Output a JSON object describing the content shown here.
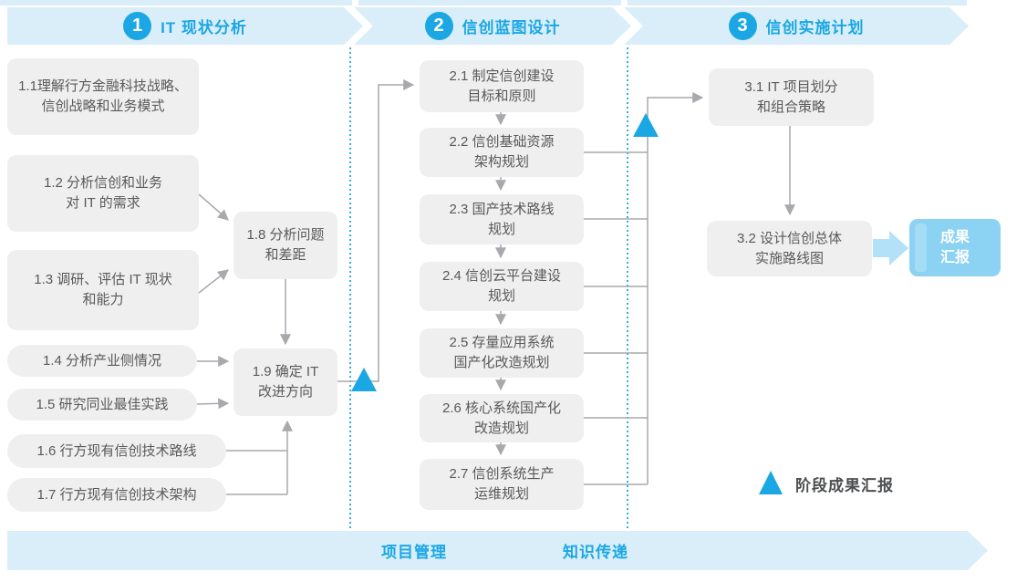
{
  "header": {
    "phases": [
      {
        "number": "1",
        "title": "IT 现状分析"
      },
      {
        "number": "2",
        "title": "信创蓝图设计"
      },
      {
        "number": "3",
        "title": "信创实施计划"
      }
    ]
  },
  "steps": {
    "s11": "1.1理解行方金融科技战略、\n信创战略和业务模式",
    "s12": "1.2 分析信创和业务\n对 IT 的需求",
    "s13": "1.3 调研、评估 IT 现状\n和能力",
    "s14": "1.4 分析产业侧情况",
    "s15": "1.5 研究同业最佳实践",
    "s16": "1.6 行方现有信创技术路线",
    "s17": "1.7 行方现有信创技术架构",
    "s18": "1.8 分析问题\n和差距",
    "s19": "1.9 确定 IT\n改进方向",
    "s21": "2.1 制定信创建设\n目标和原则",
    "s22": "2.2 信创基础资源\n架构规划",
    "s23": "2.3 国产技术路线\n规划",
    "s24": "2.4 信创云平台建设\n规划",
    "s25": "2.5 存量应用系统\n国产化改造规划",
    "s26": "2.6 核心系统国产化\n改造规划",
    "s27": "2.7 信创系统生产\n运维规划",
    "s31": "3.1 IT 项目划分\n和组合策略",
    "s32": "3.2 设计信创总体\n实施路线图"
  },
  "result_box": {
    "label": "成果\n汇报"
  },
  "legend": {
    "label": "阶段成果汇报",
    "marker": "triangle-up-icon"
  },
  "footer": {
    "left_label": "项目管理",
    "right_label": "知识传递"
  },
  "icons": {
    "milestone": "triangle-up-icon"
  },
  "colors": {
    "accent_blue": "#1BA7E3",
    "banner_bg": "#D9EEF9",
    "box_bg": "#EFEFEF",
    "box_text": "#58595B",
    "connector_gray": "#A7A9AC",
    "result_box_bg": "#8CD2F2",
    "light_arrow": "#B3E1F7"
  }
}
